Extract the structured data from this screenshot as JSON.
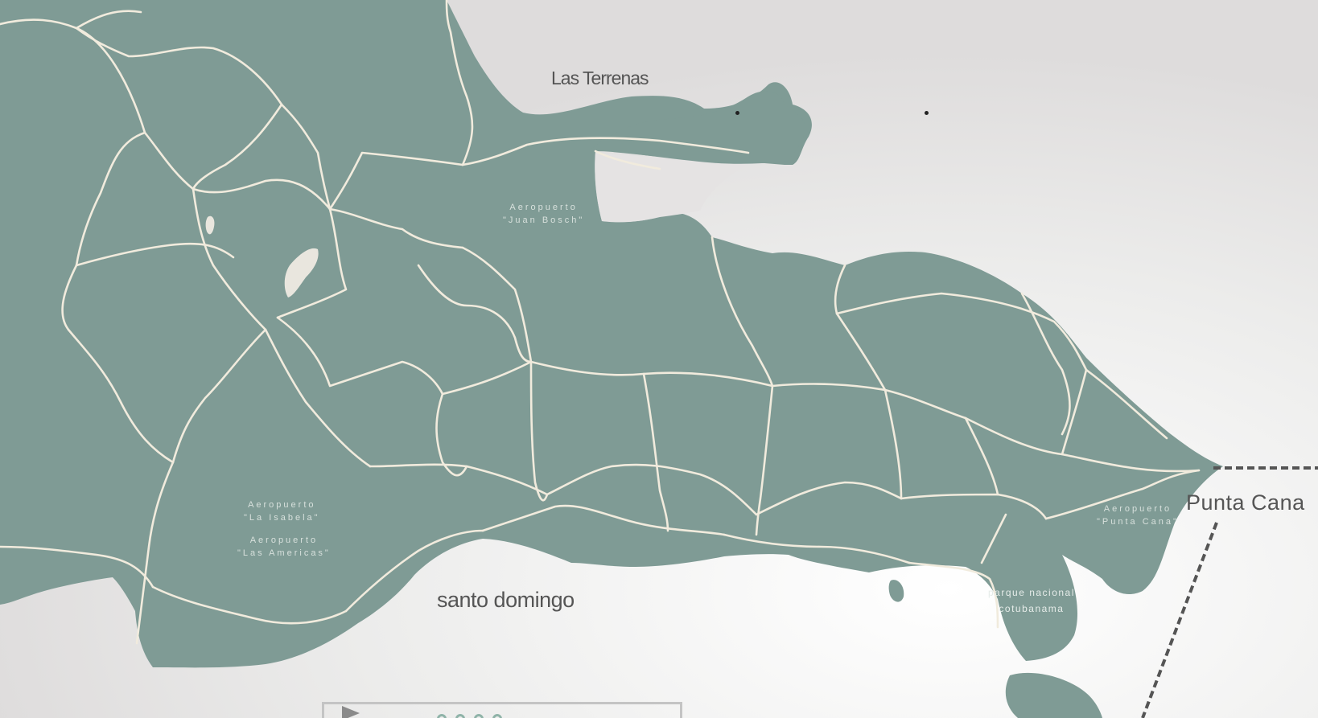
{
  "colors": {
    "background": "#e2e0e0",
    "land": "#7f9b95",
    "roads": "#f1ebdd",
    "route_line": "#555555",
    "label_text": "#555555"
  },
  "labels": {
    "las_terrenas": "Las Terrenas",
    "santo_domingo": "santo domingo",
    "punta_cana": "Punta Cana",
    "airport_juan_bosch": [
      "Aeropuerto",
      "\"Juan Bosch\""
    ],
    "airport_la_isabela": [
      "Aeropuerto",
      "\"La Isabela\""
    ],
    "airport_las_americas": [
      "Aeropuerto",
      "\"Las Americas\""
    ],
    "airport_punta_cana": [
      "Aeropuerto",
      "\"Punta Cana\""
    ],
    "national_park": [
      "parque nacional",
      "cotubanama"
    ]
  },
  "icons": [
    "location-dot-icon",
    "location-dot-icon",
    "legend-arrow-icon"
  ]
}
